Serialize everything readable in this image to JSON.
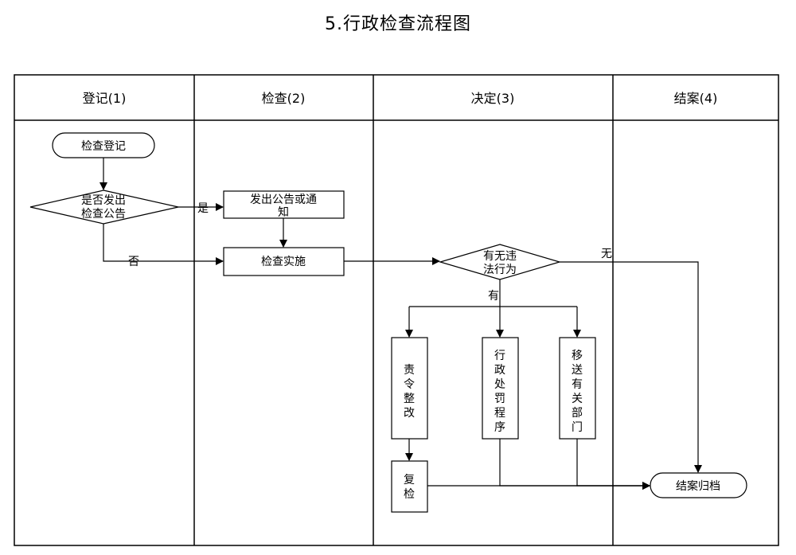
{
  "title": "5.行政检查流程图",
  "lanes": [
    {
      "label": "登记(1)"
    },
    {
      "label": "检查(2)"
    },
    {
      "label": "决定(3)"
    },
    {
      "label": "结案(4)"
    }
  ],
  "nodes": {
    "start": "检查登记",
    "decision_notice": [
      "是否发出",
      "检查公告"
    ],
    "issue_notice": [
      "发出公告或通",
      "知"
    ],
    "inspection": "检查实施",
    "decision_violation": [
      "有无违",
      "法行为"
    ],
    "rectify": [
      "责",
      "令",
      "整",
      "改"
    ],
    "penalty": [
      "行",
      "政",
      "处",
      "罚",
      "程",
      "序"
    ],
    "transfer": [
      "移",
      "送",
      "有",
      "关",
      "部",
      "门"
    ],
    "recheck": [
      "复",
      "检"
    ],
    "close": "结案归档"
  },
  "edges": {
    "yes": "是",
    "no": "否",
    "has": "有",
    "none": "无"
  }
}
